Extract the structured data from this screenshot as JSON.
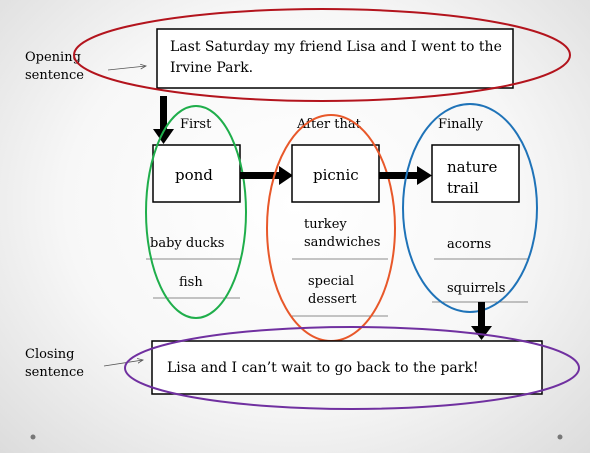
{
  "opening": {
    "label_line1": "Opening",
    "label_line2": "sentence",
    "text_line1": "Last Saturday my friend Lisa and I went to the",
    "text_line2": "Irvine Park."
  },
  "closing": {
    "label_line1": "Closing",
    "label_line2": "sentence",
    "text": "Lisa and I can’t wait to go back to the park!"
  },
  "columns": [
    {
      "heading": "First",
      "box_lines": [
        "pond"
      ],
      "details": [
        [
          "baby ducks"
        ],
        [
          "fish"
        ]
      ],
      "ellipse_color": "#1fae4b"
    },
    {
      "heading": "After that",
      "box_lines": [
        "picnic"
      ],
      "details": [
        [
          "turkey",
          "sandwiches"
        ],
        [
          "special",
          "dessert"
        ]
      ],
      "ellipse_color": "#e8582a"
    },
    {
      "heading": "Finally",
      "box_lines": [
        "nature",
        "trail"
      ],
      "details": [
        [
          "acorns"
        ],
        [
          "squirrels"
        ]
      ],
      "ellipse_color": "#1f73b8"
    }
  ],
  "colors": {
    "opening_ellipse": "#b3141d",
    "closing_ellipse": "#7030a0"
  }
}
